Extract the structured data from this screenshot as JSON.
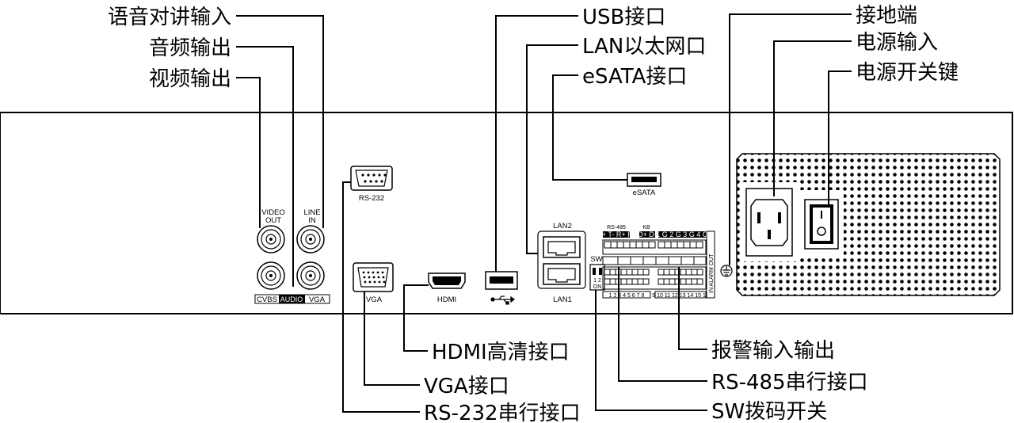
{
  "panel": {
    "video_out_1": "VIDEO",
    "video_out_2": "OUT",
    "line_in_1": "LINE",
    "line_in_2": "IN",
    "cvbs": "CVBS",
    "audio": "AUDIO",
    "vga_small": "VGA",
    "rs232": "RS-232",
    "vga": "VGA",
    "hdmi": "HDMI",
    "lan2": "LAN2",
    "lan1": "LAN1",
    "esata": "eSATA",
    "rs485": "RS-485",
    "kb": "KB",
    "sw": "SW",
    "sw_nums": "1 2",
    "sw_on": "ON",
    "rs485_pins": "T+ T-  R+ R-",
    "kb_pins": "D+ D-",
    "alarm_out_top": "1  G  2  G  3  G  4  G",
    "alarm_in_row1": "1 2 3 4 5 6 7 8",
    "alarm_in_row2": "9 10 11 12 13 14 15 16",
    "alarm_side": "IN ALARM OUT"
  },
  "callouts": {
    "voice_intercom_in": "语音对讲输入",
    "audio_out": "音频输出",
    "video_out": "视频输出",
    "usb": "USB接口",
    "lan": "LAN以太网口",
    "esata": "eSATA接口",
    "ground": "接地端",
    "power_in": "电源输入",
    "power_switch": "电源开关键",
    "hdmi": "HDMI高清接口",
    "vga": "VGA接口",
    "rs232": "RS-232串行接口",
    "alarm_io": "报警输入输出",
    "rs485": "RS-485串行接口",
    "sw": "SW拨码开关"
  }
}
